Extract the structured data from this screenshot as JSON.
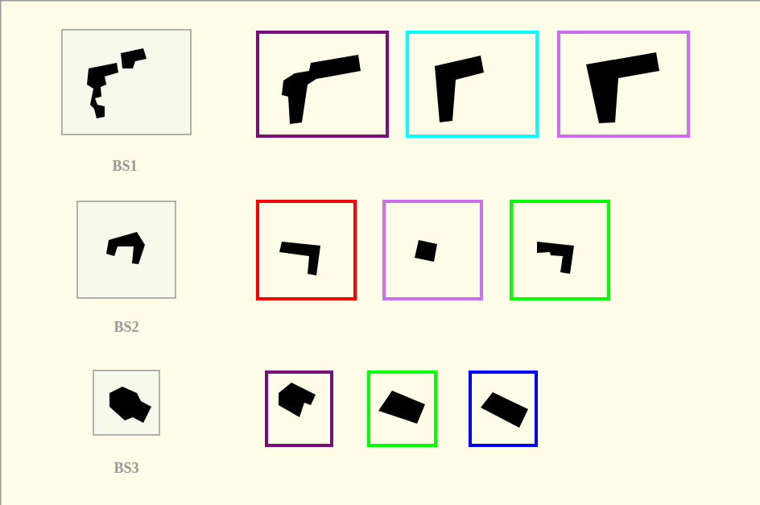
{
  "diagram": {
    "labels": [
      "BS1",
      "BS2",
      "BS3"
    ]
  }
}
